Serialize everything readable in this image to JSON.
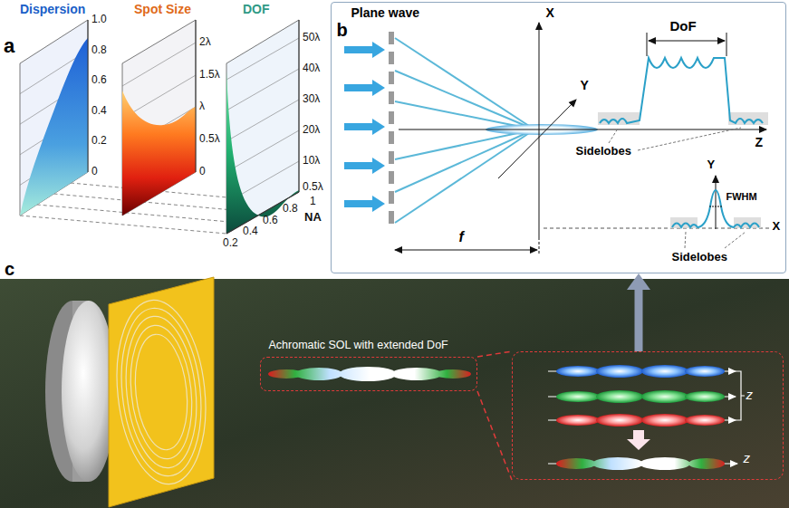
{
  "diagram": {
    "nodes": [
      {
        "text": [
          "b",
          "Plane wave",
          "X",
          "Y",
          "f",
          "DoF",
          "Z",
          "Sidelobes",
          "Y",
          "FWHM",
          "Sidelobes",
          "X"
        ]
      },
      {
        "text": [
          "Achromatic SOL with extended DoF"
        ]
      },
      {
        "text": [
          "z",
          "z"
        ]
      }
    ],
    "edges": [
      {
        "from": 2,
        "to": 0,
        "arrow": "to"
      },
      {
        "from": 1,
        "to": 2,
        "arrow": "none"
      }
    ],
    "labels": [
      "a",
      "Dispersion",
      "Spot Size",
      "DOF",
      "1.0",
      "0.8",
      "0.6",
      "0.4",
      "0.2",
      "0",
      "2λ",
      "1.5λ",
      "λ",
      "0.5λ",
      "0",
      "50λ",
      "40λ",
      "30λ",
      "20λ",
      "10λ",
      "0.5λ",
      "NA",
      "0.2",
      "0.4",
      "0.6",
      "0.8",
      "1",
      "c"
    ]
  }
}
